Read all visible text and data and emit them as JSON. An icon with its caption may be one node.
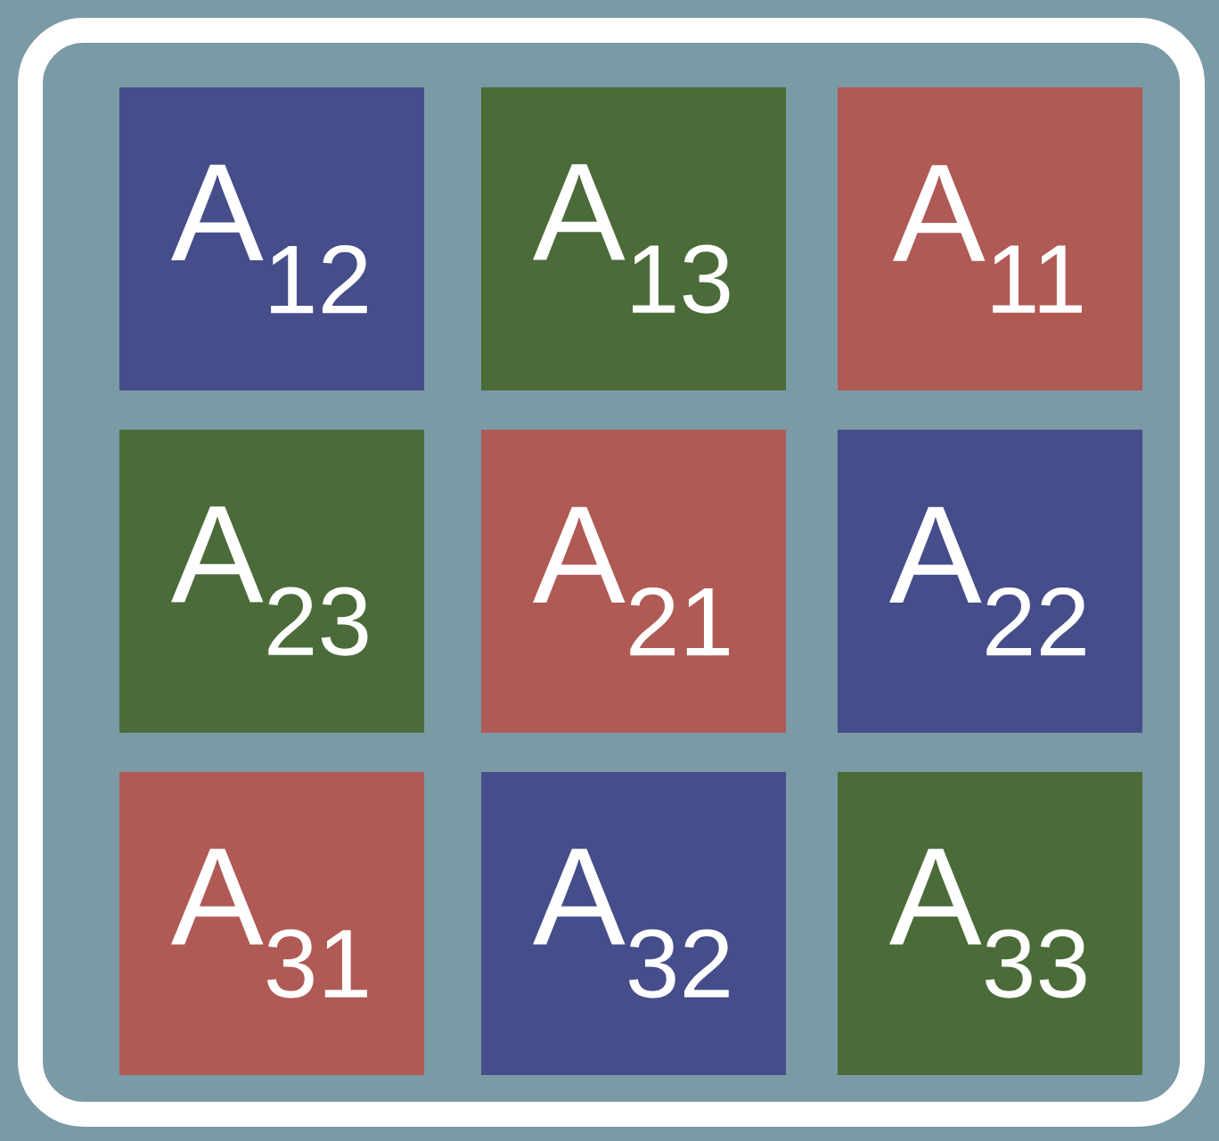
{
  "diagram": {
    "nodes": [
      {
        "text": [],
        "shape": "box"
      },
      {
        "text": [
          "A$_{12}$"
        ],
        "in": 0
      },
      {
        "text": [
          "A$_{13}$"
        ],
        "in": 0
      },
      {
        "text": [
          "A$_{11}$"
        ],
        "in": 0
      },
      {
        "text": [
          "A$_{23}$"
        ],
        "in": 0
      },
      {
        "text": [
          "A$_{21}$"
        ],
        "in": 0
      },
      {
        "text": [
          "A$_{22}$"
        ],
        "in": 0
      },
      {
        "text": [
          "A$_{31}$"
        ],
        "in": 0
      },
      {
        "text": [
          "A$_{32}$"
        ],
        "in": 0
      },
      {
        "text": [
          "A$_{33}$"
        ],
        "in": 0
      }
    ]
  }
}
